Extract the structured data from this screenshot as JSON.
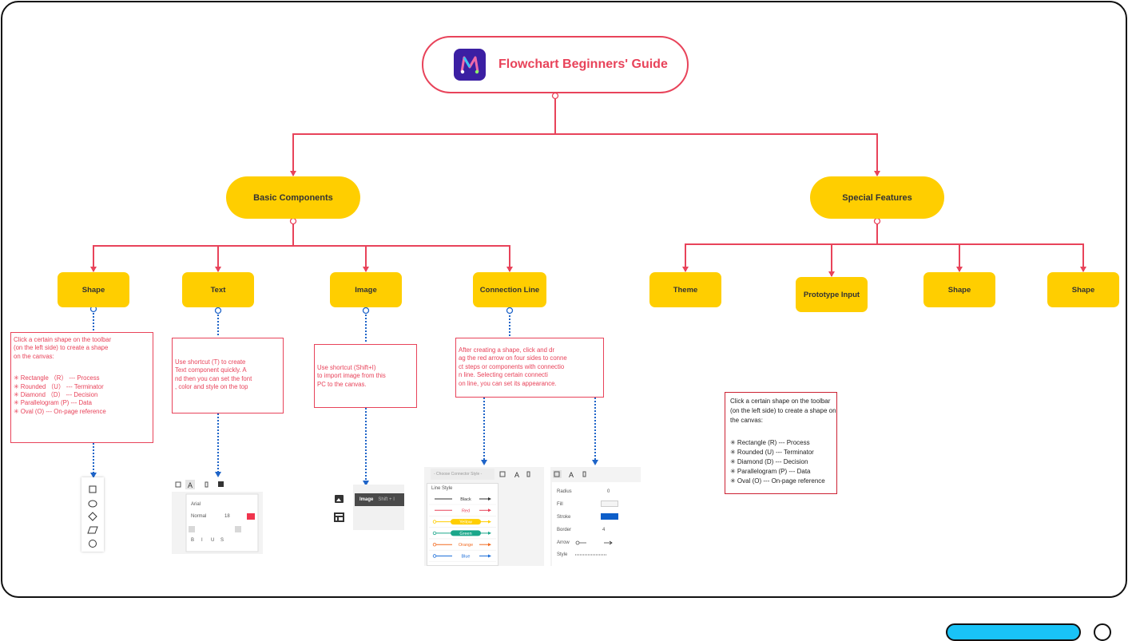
{
  "title": "Flowchart Beginners' Guide",
  "branches": {
    "basic": "Basic Components",
    "special": "Special Features"
  },
  "basic_children": {
    "shape": "Shape",
    "text": "Text",
    "image": "Image",
    "connection": "Connection Line"
  },
  "special_children": {
    "theme": "Theme",
    "prototype": "Prototype Input",
    "shape_a": "Shape",
    "shape_b": "Shape"
  },
  "notes": {
    "shape": {
      "lines": [
        "Click a certain shape on the toolbar",
        "(on the left side) to create a shape",
        "on the canvas:"
      ],
      "items": [
        "✳ Rectangle （R） --- Process",
        "✳ Rounded （U） --- Terminator",
        "✳ Diamond （D） --- Decision",
        "✳ Parallelogram (P) --- Data",
        "✳ Oval (O) --- On-page reference"
      ]
    },
    "text": [
      "Use shortcut (T) to create",
      "Text component quickly. A",
      "nd then you can set the font",
      ", color and style on the top"
    ],
    "image": [
      "Use shortcut (Shift+I)",
      "to import image from this",
      "PC to the canvas."
    ],
    "connection": [
      "After creating a shape, click and dr",
      "ag the red arrow on four sides to conne",
      "ct steps or components with connectio",
      "n line. Selecting certain connecti",
      "on line, you can set its appearance."
    ],
    "special": {
      "lines": [
        "Click a certain shape on the toolbar",
        "(on the left side) to create a shape on",
        "the canvas:"
      ],
      "items": [
        "✳ Rectangle (R) --- Process",
        "✳ Rounded (U) --- Terminator",
        "✳ Diamond (D) --- Decision",
        "✳ Parallelogram (P) --- Data",
        "✳ Oval (O) --- On-page reference"
      ]
    }
  },
  "text_panel": {
    "font": "Arial",
    "weight": "Normal",
    "size": "18",
    "styles": [
      "B",
      "I",
      "U",
      "S"
    ]
  },
  "image_panel": {
    "label": "Image",
    "shortcut": "Shift + I"
  },
  "line_panel": {
    "select": "- Choose Connector Style -",
    "heading": "Line Style",
    "styles": [
      "Black",
      "Red",
      "Yellow",
      "Green",
      "Orange",
      "Blue"
    ],
    "style_colors": [
      "#333333",
      "#e8435a",
      "#ffce00",
      "#1aa68a",
      "#f26b21",
      "#1e6fd9"
    ]
  },
  "prop_panel": {
    "radius_label": "Radius",
    "radius_value": "0",
    "fill_label": "Fill",
    "stroke_label": "Stroke",
    "border_label": "Border",
    "border_value": "4",
    "arrow_label": "Arrow",
    "style_label": "Style"
  },
  "colors": {
    "accent": "#e8435a",
    "node": "#ffce00",
    "dotted": "#1e64c8",
    "scrollbar": "#19c3f7"
  }
}
